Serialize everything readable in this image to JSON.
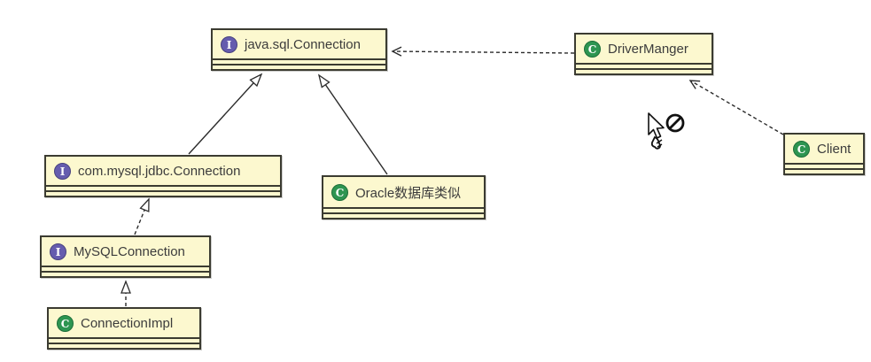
{
  "diagram": {
    "type": "uml-class-diagram",
    "background": "#ffffff",
    "colors": {
      "node_fill": "#fcf8cf",
      "node_border": "#3b3b31",
      "interface_icon": "#655cae",
      "class_icon": "#2d9551",
      "line": "#2b2b2b",
      "text": "#3c3c3c"
    },
    "edges": [
      {
        "from": "DriverManger",
        "to": "java.sql.Connection",
        "relation": "dependency",
        "line": "dashed",
        "head": "open-arrow"
      },
      {
        "from": "com.mysql.jdbc.Connection",
        "to": "java.sql.Connection",
        "relation": "generalization",
        "line": "solid",
        "head": "hollow-triangle"
      },
      {
        "from": "Oracle数据库类似",
        "to": "java.sql.Connection",
        "relation": "generalization",
        "line": "solid",
        "head": "hollow-triangle"
      },
      {
        "from": "MySQLConnection",
        "to": "com.mysql.jdbc.Connection",
        "relation": "generalization",
        "line": "dashed",
        "head": "hollow-triangle"
      },
      {
        "from": "ConnectionImpl",
        "to": "MySQLConnection",
        "relation": "realization",
        "line": "dashed",
        "head": "hollow-triangle"
      },
      {
        "from": "Client",
        "to": "DriverManger",
        "relation": "dependency",
        "line": "dashed",
        "head": "open-arrow"
      }
    ],
    "cursor": {
      "type": "drag-not-allowed-cursor",
      "sign": "circle-slash"
    }
  },
  "nodes": [
    {
      "icon": "I",
      "stereotype": "interface",
      "label": "java.sql.Connection"
    },
    {
      "icon": "C",
      "stereotype": "class",
      "label": "DriverManger"
    },
    {
      "icon": "I",
      "stereotype": "interface",
      "label": "com.mysql.jdbc.Connection"
    },
    {
      "icon": "C",
      "stereotype": "class",
      "label": "Oracle数据库类似"
    },
    {
      "icon": "I",
      "stereotype": "interface",
      "label": "MySQLConnection"
    },
    {
      "icon": "C",
      "stereotype": "class",
      "label": "ConnectionImpl"
    },
    {
      "icon": "C",
      "stereotype": "class",
      "label": "Client"
    }
  ]
}
